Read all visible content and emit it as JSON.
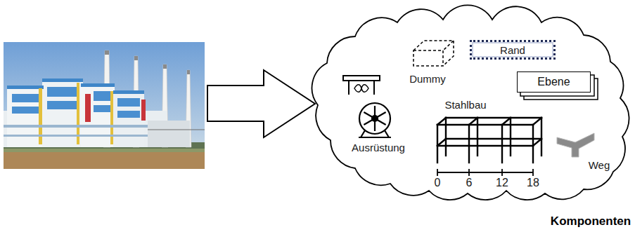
{
  "diagram": {
    "caption": "Komponenten",
    "nodes": [
      {
        "text": [
          "Rand"
        ]
      },
      {
        "text": [
          "Ebene"
        ]
      }
    ],
    "labels": [
      "Dummy",
      "Ausrüstung",
      "Stahlbau",
      "0",
      "6",
      "12",
      "18",
      "Weg"
    ]
  }
}
